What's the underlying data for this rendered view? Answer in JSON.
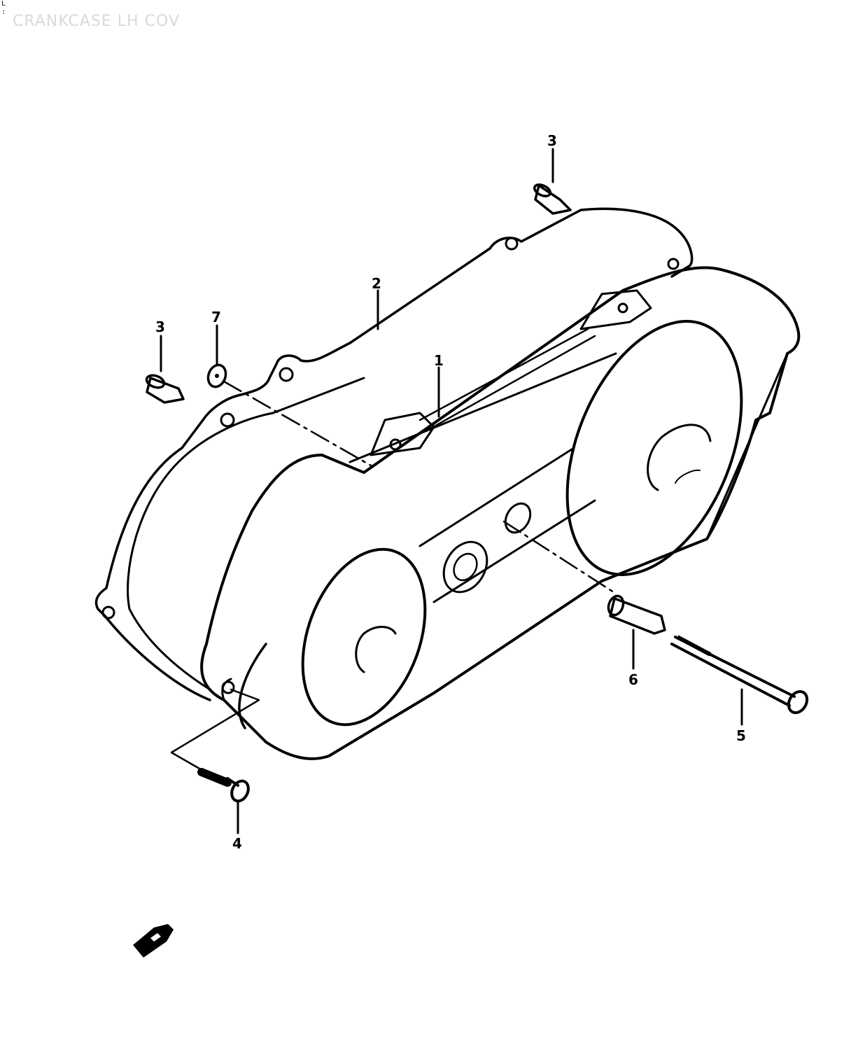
{
  "watermark": "CRANKCASE LH COV",
  "callouts": [
    {
      "id": "1",
      "label": "1"
    },
    {
      "id": "2",
      "label": "2"
    },
    {
      "id": "3a",
      "label": "3"
    },
    {
      "id": "3b",
      "label": "3"
    },
    {
      "id": "4",
      "label": "4"
    },
    {
      "id": "5",
      "label": "5"
    },
    {
      "id": "6",
      "label": "6"
    },
    {
      "id": "7",
      "label": "7"
    }
  ],
  "colors": {
    "line": "#000000",
    "background": "#ffffff",
    "watermark": "#d9d9d9"
  }
}
